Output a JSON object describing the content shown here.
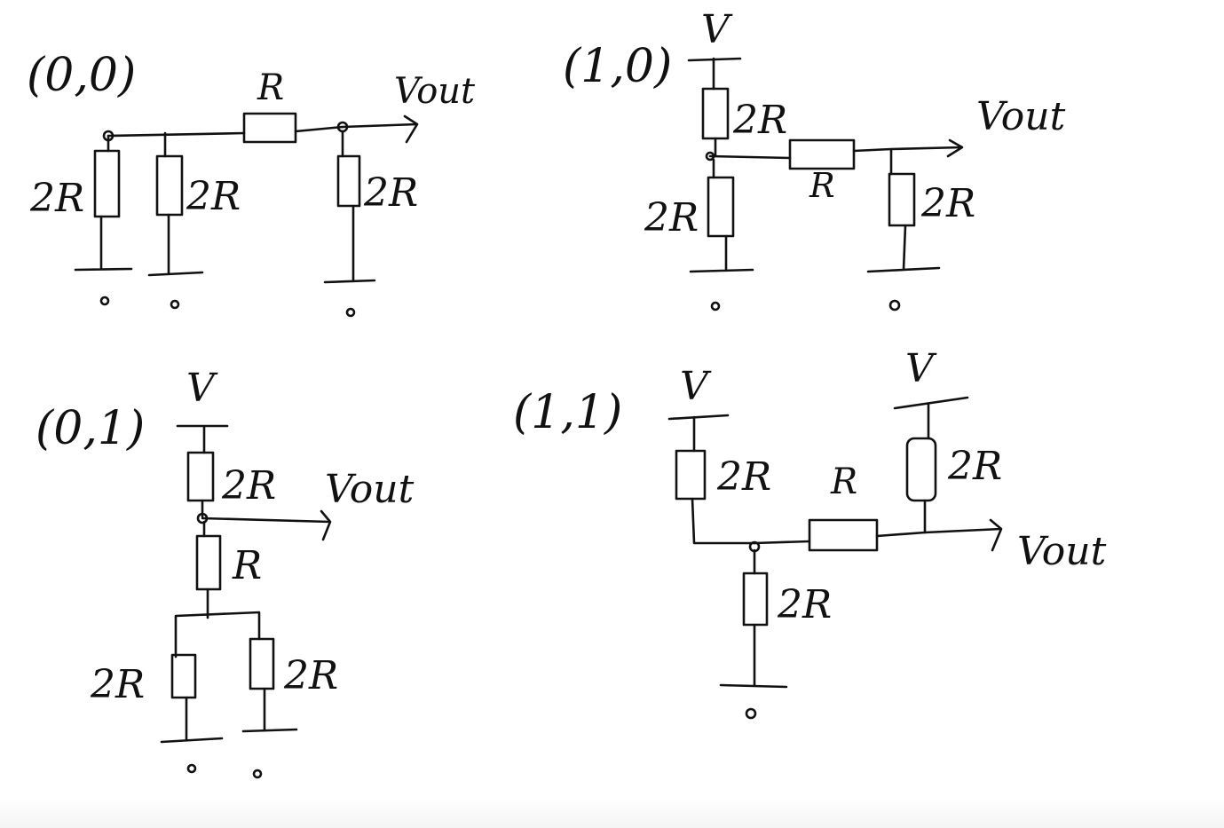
{
  "circuits": [
    {
      "id": "c00",
      "state_label": "(0,0)",
      "labels": {
        "R_series": "R",
        "R_b0": "2R",
        "R_b1": "2R",
        "R_out": "2R",
        "vout": "Vout"
      }
    },
    {
      "id": "c10",
      "state_label": "(1,0)",
      "labels": {
        "V": "V",
        "R_top": "2R",
        "R_bottom": "2R",
        "R_series": "R",
        "R_out": "2R",
        "vout": "Vout"
      }
    },
    {
      "id": "c01",
      "state_label": "(0,1)",
      "labels": {
        "V": "V",
        "R_top": "2R",
        "R_mid": "R",
        "R_b_left": "2R",
        "R_b_right": "2R",
        "vout": "Vout"
      }
    },
    {
      "id": "c11",
      "state_label": "(1,1)",
      "labels": {
        "V_left": "V",
        "V_right": "V",
        "R_left": "2R",
        "R_right": "2R",
        "R_series": "R",
        "R_bottom": "2R",
        "vout": "Vout"
      }
    }
  ],
  "colors": {
    "ink": "#111111",
    "paper": "#ffffff"
  }
}
